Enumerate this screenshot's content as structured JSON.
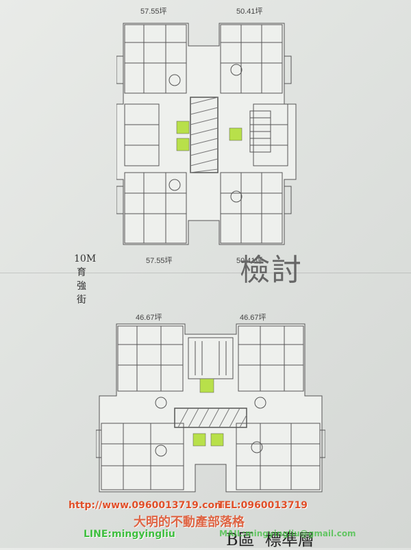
{
  "top_plan": {
    "area_top_left": "57.55坪",
    "area_top_right": "50.41坪",
    "area_bottom_left": "57.55坪",
    "area_bottom_right": "50.41坪"
  },
  "bottom_plan": {
    "area_left": "46.67坪",
    "area_right": "46.67坪",
    "caption": "B區  標準層"
  },
  "stamp_text": "檢討",
  "street_label": "10M育強街",
  "watermark": {
    "url": "http://www.0960013719.com",
    "tel": "TEL:0960013719",
    "name": "大明的不動產部落格",
    "line": "LINE:mingyingliu",
    "mail": "MAIL:mingyingliu@gmail.com"
  },
  "colors": {
    "paper": "#e3e6e3",
    "lines": "#555555",
    "highlight_green": "#b8e04a",
    "watermark_red": "#e0502a",
    "watermark_green": "#3fbf3f"
  }
}
